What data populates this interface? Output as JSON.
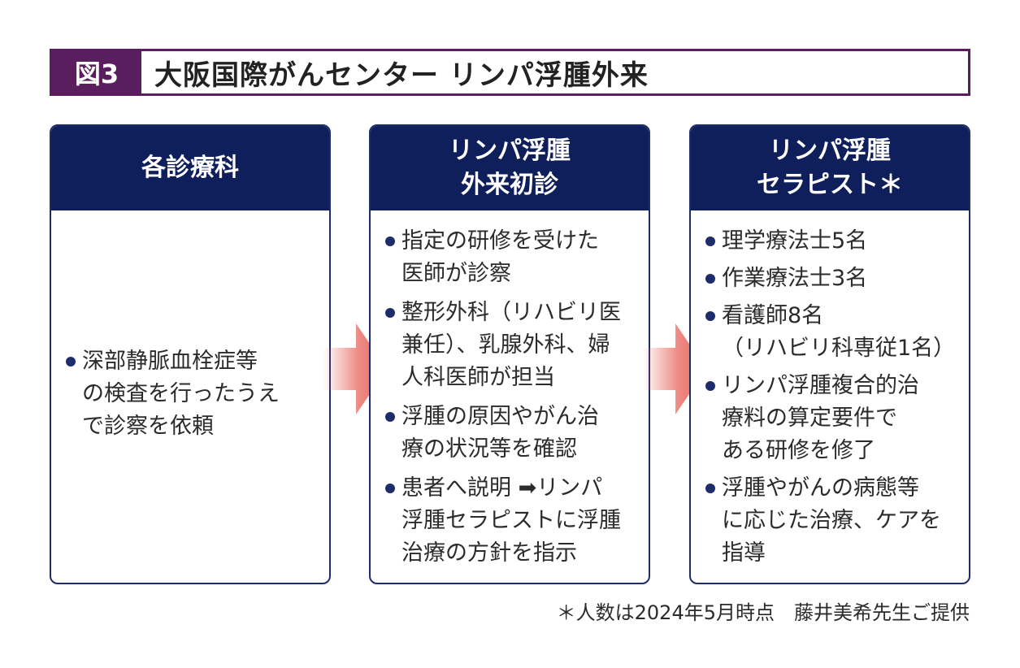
{
  "title": {
    "figure_label": "図3",
    "text": "大阪国際がんセンター リンパ浮腫外来"
  },
  "boxes": [
    {
      "header_lines": [
        "各診療科"
      ],
      "items": [
        "深部静脈血栓症等\nの検査を行ったうえ\nで診察を依頼"
      ]
    },
    {
      "header_lines": [
        "リンパ浮腫",
        "外来初診"
      ],
      "items": [
        "指定の研修を受けた\n医師が診察",
        "整形外科（リハビリ医\n兼任）、乳腺外科、婦\n人科医師が担当",
        "浮腫の原因やがん治\n療の状況等を確認",
        "患者へ説明 ➡リンパ\n浮腫セラピストに浮腫\n治療の方針を指示"
      ]
    },
    {
      "header_lines": [
        "リンパ浮腫",
        "セラピスト＊"
      ],
      "items": [
        "理学療法士5名",
        "作業療法士3名",
        "看護師8名\n（リハビリ科専従1名）",
        "リンパ浮腫複合的治\n療料の算定要件で\nある研修を修了",
        "浮腫やがんの病態等\nに応じた治療、ケアを\n指導"
      ]
    }
  ],
  "footnote": "＊人数は2024年5月時点　藤井美希先生ご提供",
  "colors": {
    "header_navy": "#0f1f5c",
    "title_purple": "#5a1d5e",
    "arrow_red": "#e8645c"
  }
}
